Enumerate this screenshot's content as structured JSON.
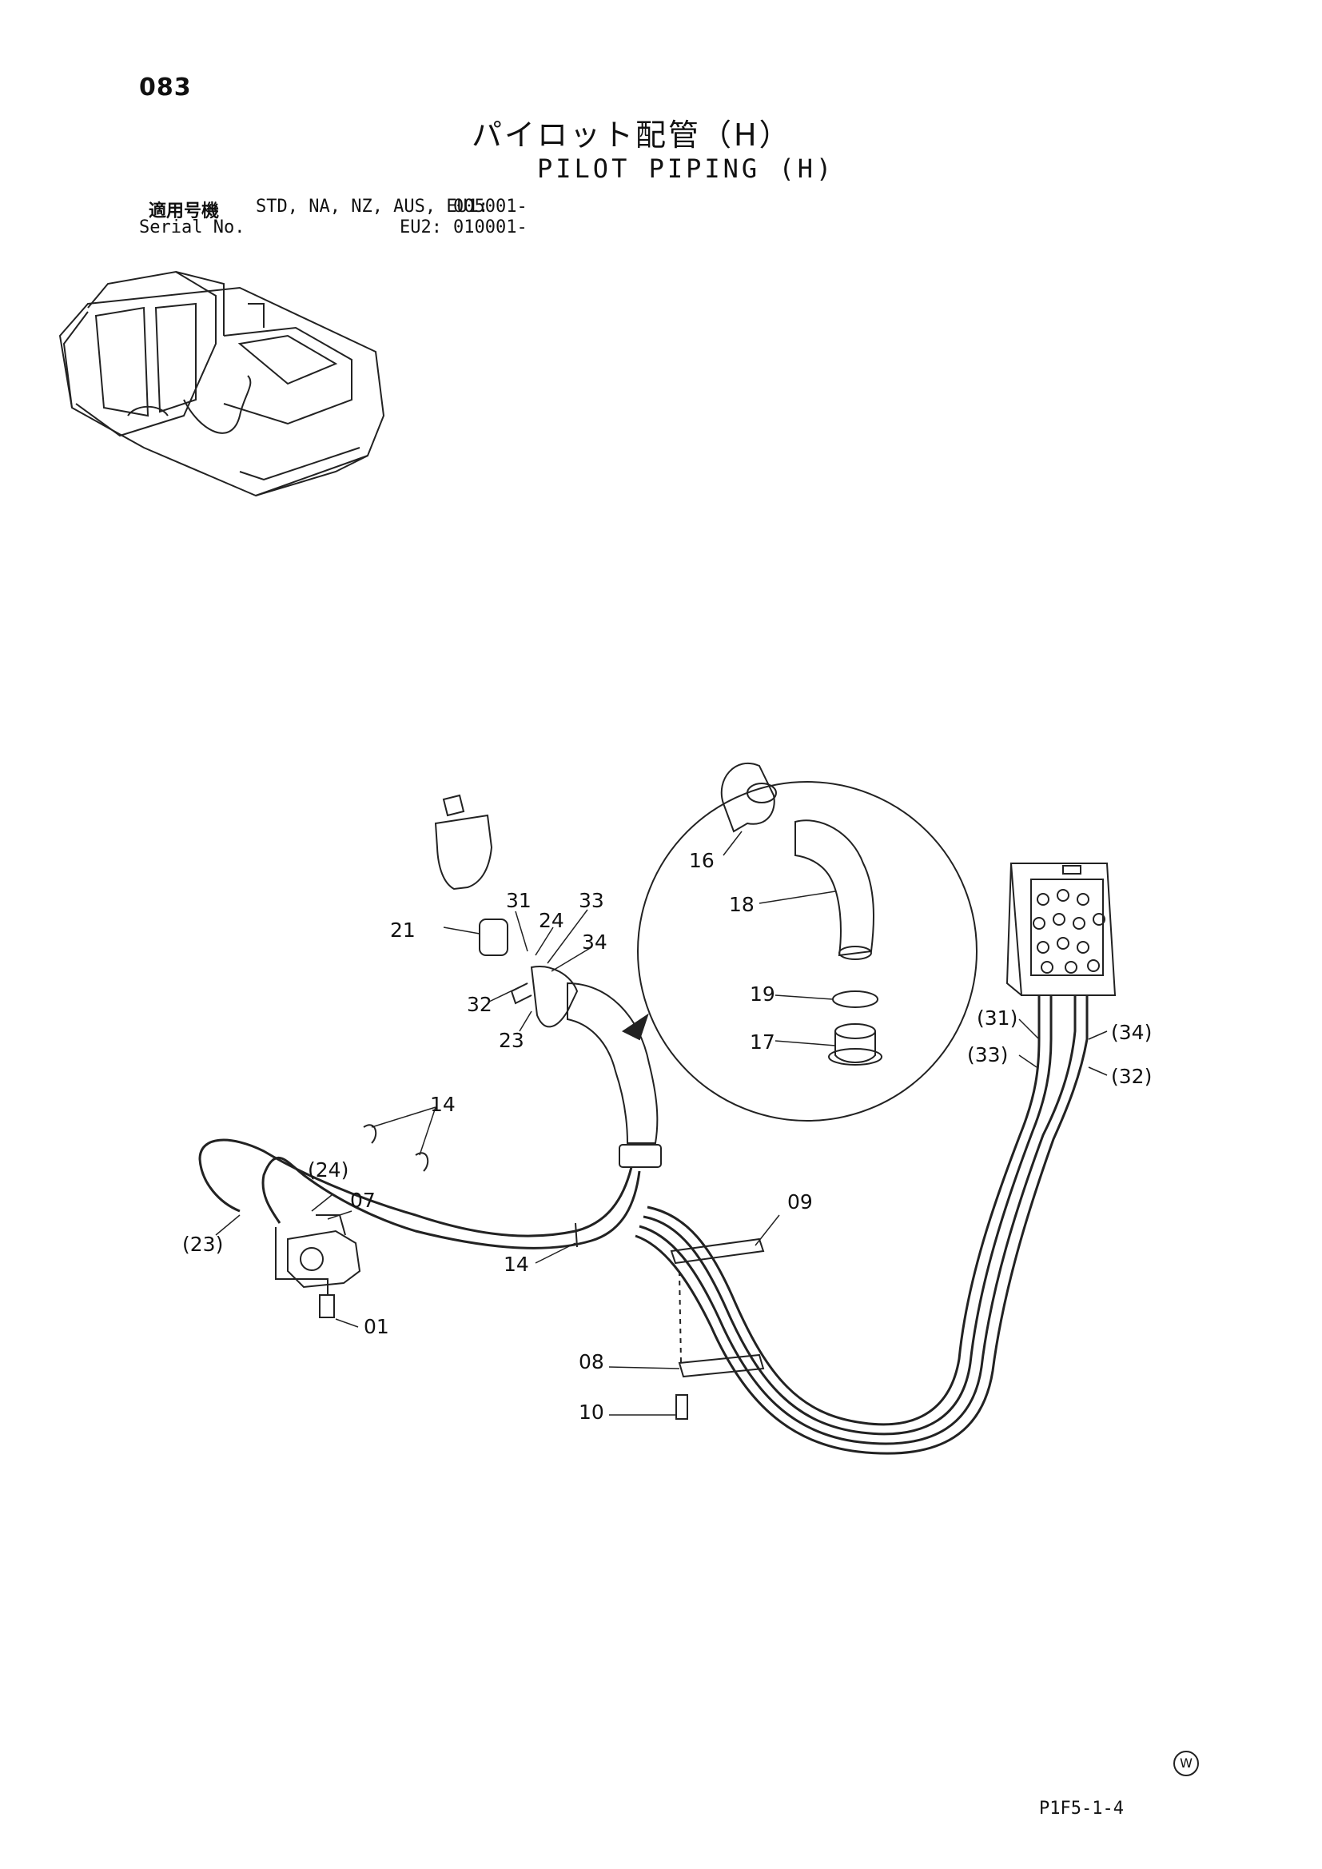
{
  "header": {
    "page_number": "083",
    "title_jp": "パイロット配管（H）",
    "title_en": "PILOT PIPING (H)"
  },
  "serial": {
    "label_jp": "適用号機",
    "label_en": "Serial No.",
    "models": "STD, NA, NZ, AUS, EU1:",
    "range_1": "005001-",
    "eu2_label": "EU2:",
    "range_2": "010001-"
  },
  "callouts": {
    "c01": "01",
    "c07": "07",
    "c08": "08",
    "c09": "09",
    "c10": "10",
    "c14a": "14",
    "c14b": "14",
    "c16": "16",
    "c17": "17",
    "c18": "18",
    "c19": "19",
    "c21": "21",
    "c23": "23",
    "c24": "24",
    "c31": "31",
    "c32": "32",
    "c33": "33",
    "c34": "34",
    "r23": "(23)",
    "r24": "(24)",
    "r31": "(31)",
    "r32": "(32)",
    "r33": "(33)",
    "r34": "(34)"
  },
  "footer": {
    "code": "P1F5-1-4",
    "mark": "W"
  }
}
